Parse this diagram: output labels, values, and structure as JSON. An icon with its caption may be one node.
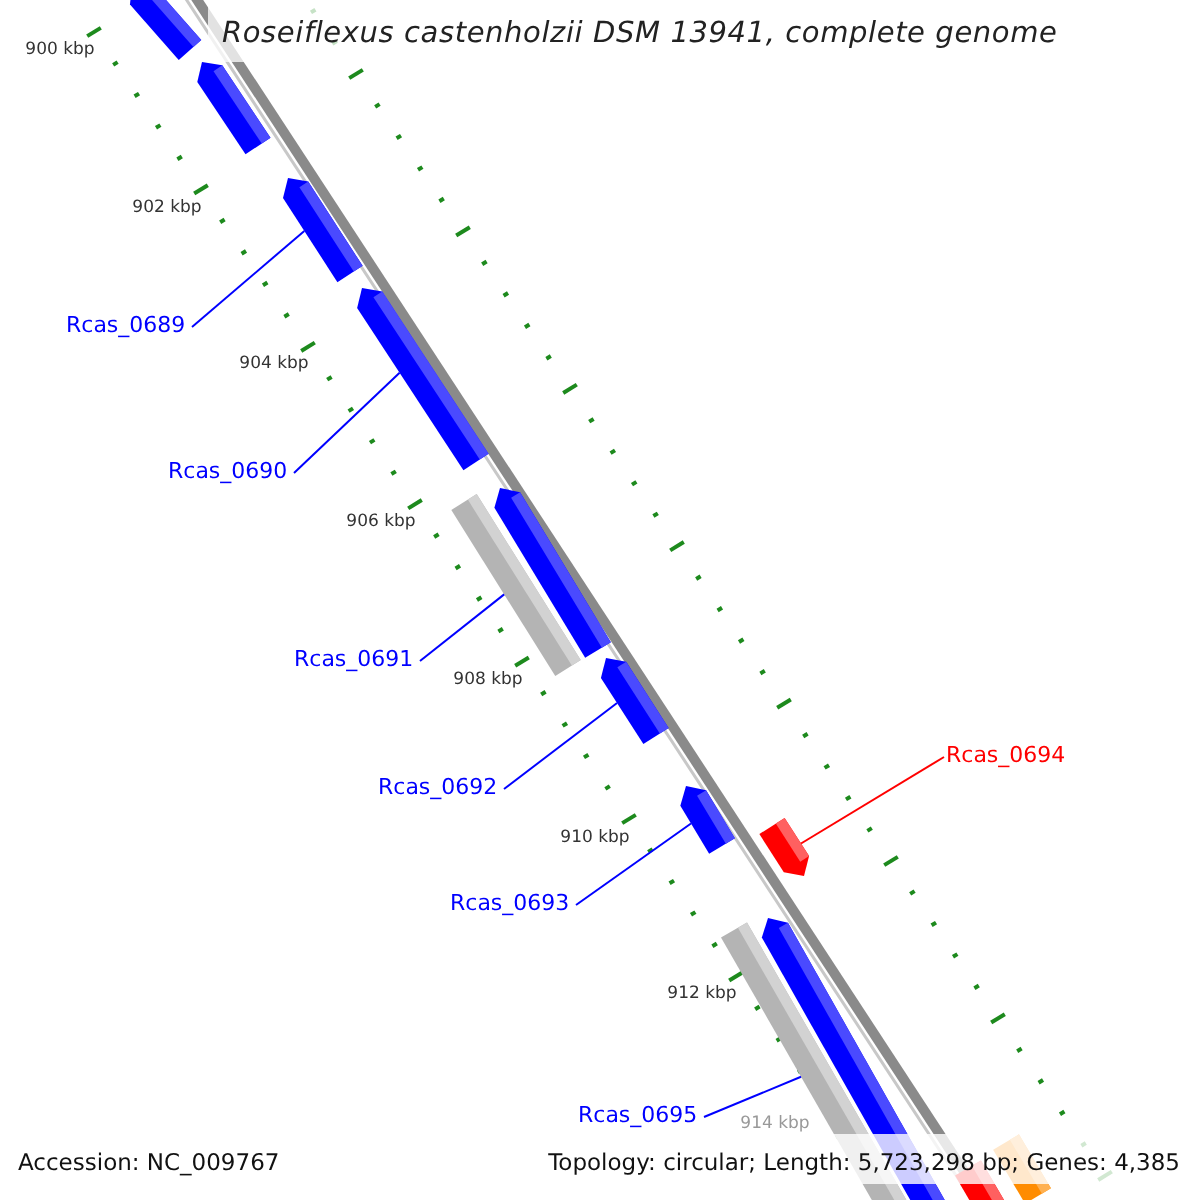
{
  "diagram": {
    "title": "Roseiflexus castenholzii DSM 13941, complete genome",
    "nodes": [
      {
        "text": [],
        "shape": "bar"
      },
      {
        "text": [],
        "shape": "bar"
      },
      {
        "text": [],
        "shape": "bar"
      },
      {
        "text": [],
        "shape": "bar"
      },
      {
        "text": [],
        "shape": "bar"
      },
      {
        "text": [],
        "shape": "bar"
      },
      {
        "text": [],
        "shape": "bar"
      },
      {
        "text": [],
        "shape": "bar"
      },
      {
        "text": [],
        "shape": "bar"
      },
      {
        "text": [],
        "shape": "bar"
      },
      {
        "text": [],
        "shape": "bar"
      },
      {
        "text": [],
        "shape": "bar"
      },
      {
        "text": [],
        "shape": "bar"
      },
      {
        "text": [
          "Rcas_0689"
        ]
      },
      {
        "text": [
          "Rcas_0690"
        ]
      },
      {
        "text": [
          "Rcas_0691"
        ]
      },
      {
        "text": [
          "Rcas_0692"
        ]
      },
      {
        "text": [
          "Rcas_0693"
        ]
      },
      {
        "text": [
          "Rcas_0694"
        ]
      },
      {
        "text": [
          "Rcas_0695"
        ]
      }
    ],
    "edges": [
      {
        "from": 13,
        "to": 2,
        "arrow": "none"
      },
      {
        "from": 14,
        "to": 3,
        "arrow": "none"
      },
      {
        "from": 15,
        "to": 5,
        "arrow": "none"
      },
      {
        "from": 16,
        "to": 6,
        "arrow": "none"
      },
      {
        "from": 17,
        "to": 7,
        "arrow": "none"
      },
      {
        "from": 18,
        "to": 8,
        "arrow": "none",
        "color": "#ff0000"
      },
      {
        "from": 19,
        "to": 9,
        "arrow": "none"
      }
    ],
    "labels": [
      "900 kbp",
      "902 kbp",
      "904 kbp",
      "906 kbp",
      "908 kbp",
      "910 kbp",
      "912 kbp",
      "914 kbp",
      "Accession: NC_009767",
      "Topology: circular; Length: 5,723,298 bp; Genes: 4,385"
    ]
  }
}
